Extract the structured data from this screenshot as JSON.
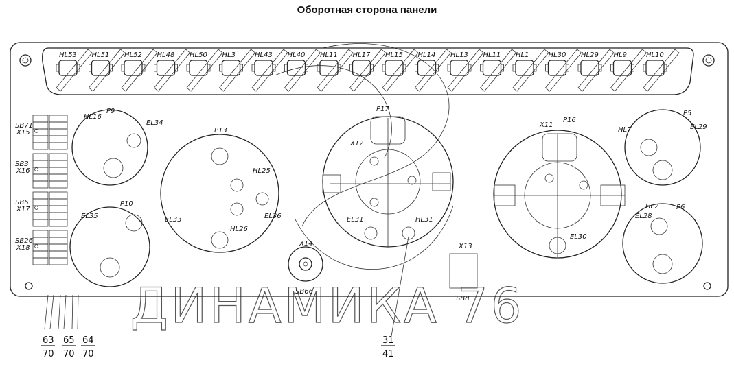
{
  "title": "Оборотная сторона панели",
  "hl_row": [
    "HL53",
    "HL51",
    "HL52",
    "HL48",
    "HL50",
    "HL3",
    "HL43",
    "HL40",
    "HL11",
    "HL17",
    "HL15",
    "HL14",
    "HL13",
    "HL11",
    "HL1",
    "HL30",
    "HL29",
    "HL9",
    "HL10"
  ],
  "left_blocks": [
    {
      "sb": "SB71",
      "x": "X15"
    },
    {
      "sb": "SB3",
      "x": "X16"
    },
    {
      "sb": "SB6",
      "x": "X17"
    },
    {
      "sb": "SB26",
      "x": "X18"
    }
  ],
  "components": {
    "hl16": "HL16",
    "p9": "P9",
    "el34": "EL34",
    "p10": "P10",
    "el35": "EL35",
    "p13": "P13",
    "el33": "EL33",
    "hl25": "HL25",
    "hl26": "HL26",
    "el36": "EL36",
    "x14": "X14",
    "sb66": "SB66",
    "p17": "P17",
    "x12": "X12",
    "el31": "EL31",
    "hl31": "HL31",
    "x11": "X11",
    "p16": "P16",
    "el30": "EL30",
    "x13": "X13",
    "sb8": "SB8",
    "hl7": "HL7",
    "p5": "P5",
    "el29": "EL29",
    "hl2": "HL2",
    "p6": "P6",
    "el28": "EL28"
  },
  "callouts": [
    {
      "top": "63",
      "bottom": "70"
    },
    {
      "top": "65",
      "bottom": "70"
    },
    {
      "top": "64",
      "bottom": "70"
    },
    {
      "top": "31",
      "bottom": "41"
    }
  ],
  "watermark": "ДИНАМИКА 76"
}
